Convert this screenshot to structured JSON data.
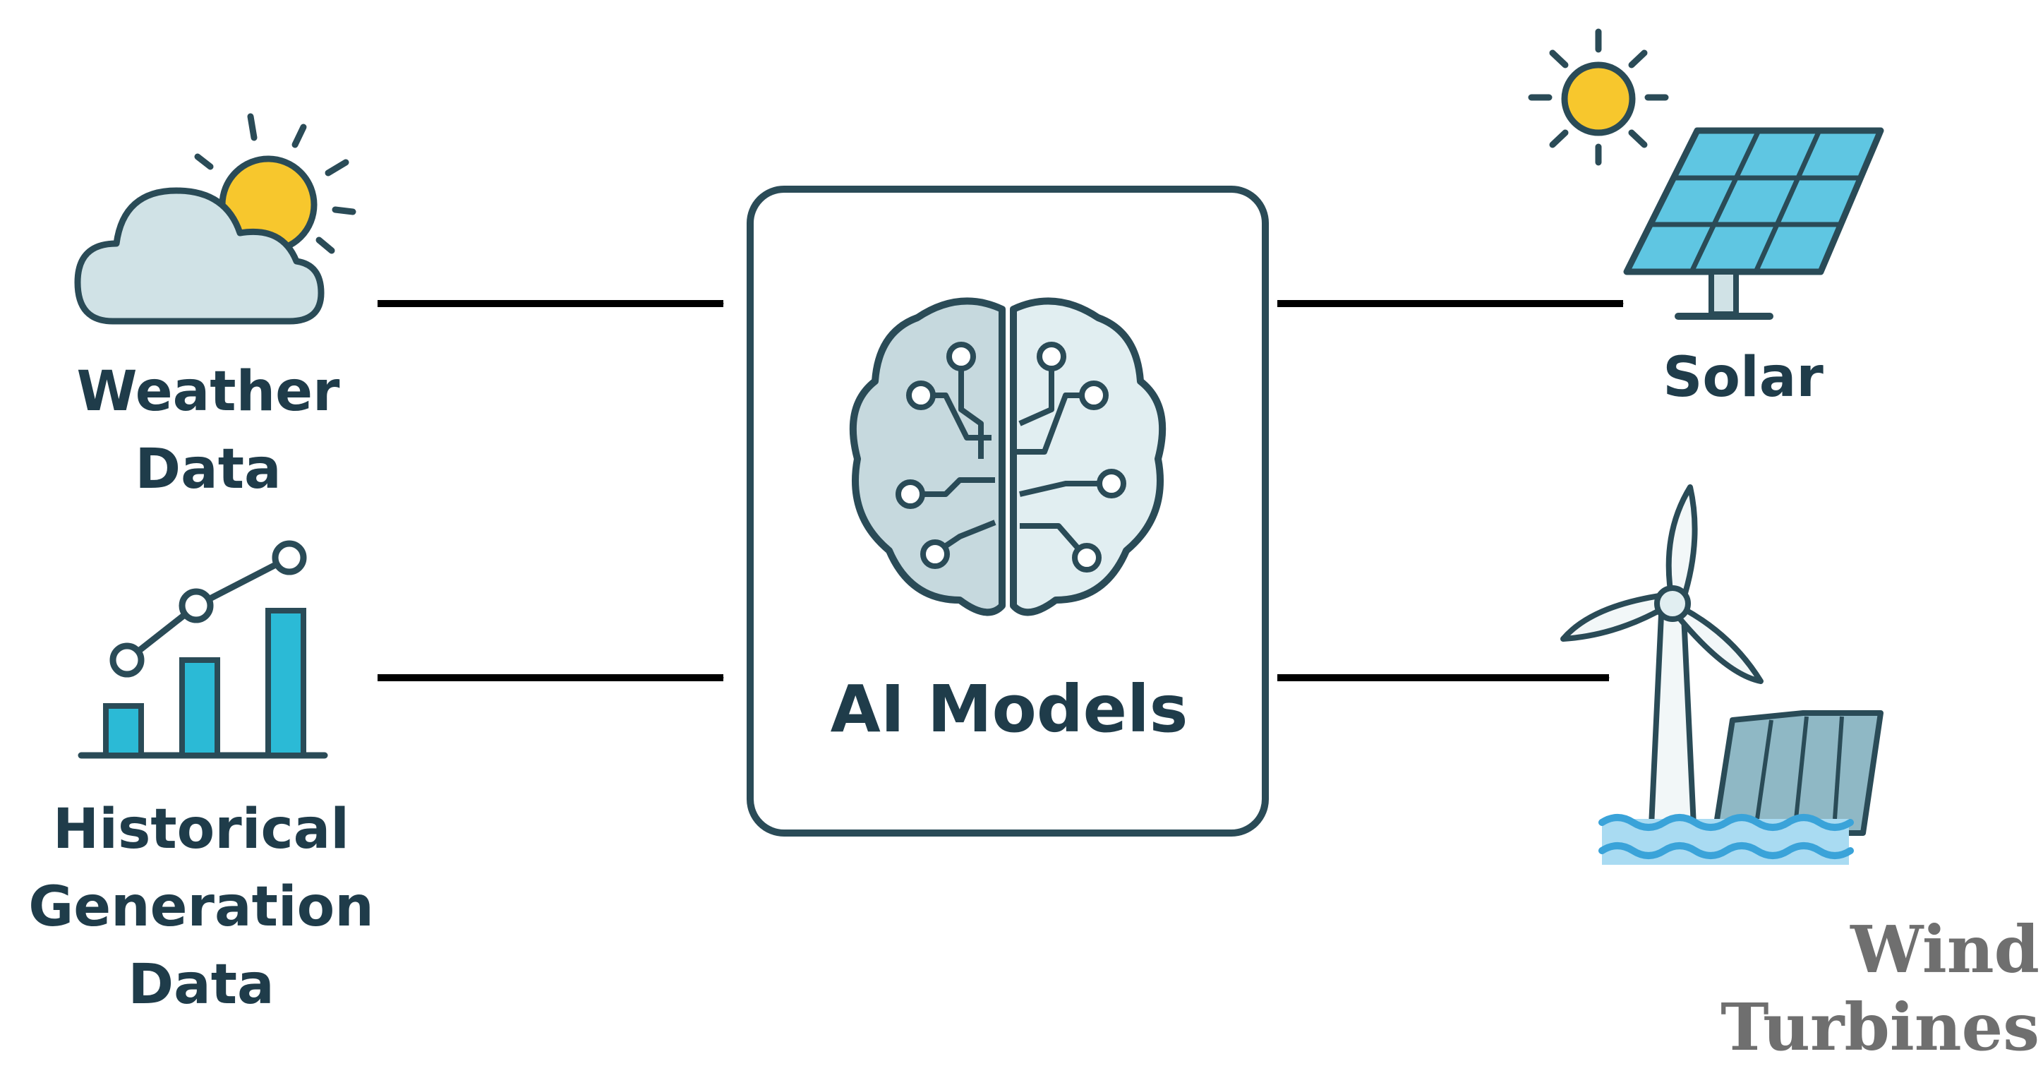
{
  "inputs": {
    "weather": {
      "label": "Weather\nData",
      "icon": "cloud-sun-icon"
    },
    "historical": {
      "label": "Historical\nGeneration\nData",
      "icon": "bar-line-chart-icon"
    }
  },
  "model": {
    "label": "AI Models",
    "icon": "brain-circuit-icon"
  },
  "outputs": {
    "solar": {
      "label": "Solar",
      "icon": "solar-panel-icon"
    },
    "wind": {
      "label": "Wind Turbines",
      "icon": "wind-turbine-icon"
    }
  },
  "colors": {
    "outline": "#2a4b57",
    "sun": "#f7c72d",
    "cloud": "#d0e2e6",
    "bars": "#2bbad6",
    "panel": "#5fc6e2",
    "water": "#3aa3d9",
    "arrow": "#000000",
    "text": "#1f3c4a",
    "wind_text": "#6f6f6f"
  }
}
